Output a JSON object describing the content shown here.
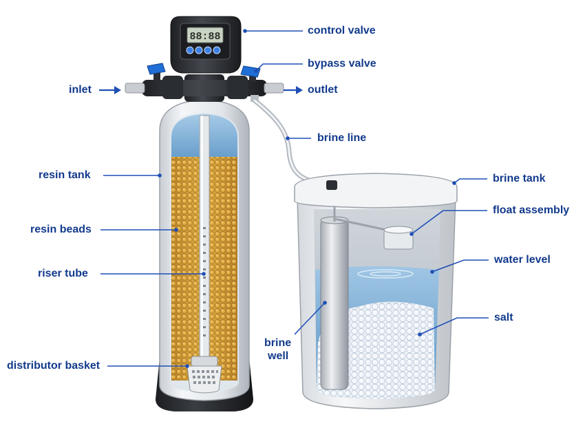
{
  "labels": {
    "control_valve": "control valve",
    "bypass_valve": "bypass valve",
    "inlet": "inlet",
    "outlet": "outlet",
    "brine_line": "brine line",
    "brine_tank": "brine tank",
    "resin_tank": "resin tank",
    "float_assembly": "float assembly",
    "resin_beads": "resin beads",
    "water_level": "water level",
    "riser_tube": "riser tube",
    "salt": "salt",
    "brine_well_line1": "brine",
    "brine_well_line2": "well",
    "distributor_basket": "distributor basket"
  },
  "display": {
    "digits": "88:88"
  },
  "colors": {
    "label_text": "#123a8c",
    "leader_line": "#1f4fb5",
    "resin_beads": "#d9a53a",
    "water": "#7fb0d8",
    "valve_body": "#2b2e33",
    "bypass_knob": "#1f6fd6",
    "salt": "#eef3f8"
  }
}
